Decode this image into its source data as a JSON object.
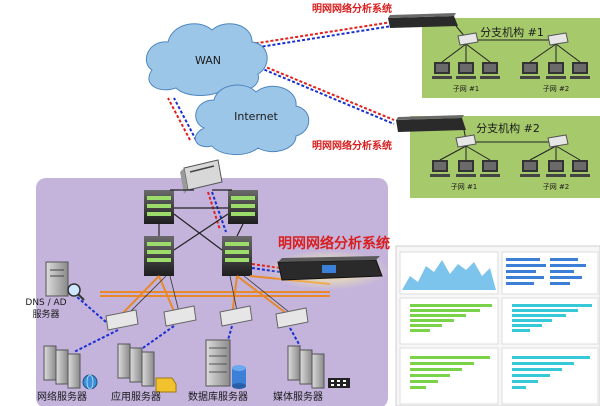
{
  "labels": {
    "wan": "WAN",
    "internet": "Internet",
    "analyzer_top": "明网网络分析系统",
    "analyzer_mid": "明网网络分析系统",
    "analyzer_main": "明网网络分析系统",
    "branch1": "分支机构 #1",
    "branch2": "分支机构 #2",
    "subnet1_b1": "子网 #1",
    "subnet2_b1": "子网 #2",
    "subnet1_b2": "子网 #1",
    "subnet2_b2": "子网 #2",
    "dns_ad": "DNS / AD",
    "dns_servers": "服务器",
    "web_servers": "网络服务器",
    "app_servers": "应用服务器",
    "db_servers": "数据库服务器",
    "media_servers": "媒体服务器"
  },
  "colors": {
    "datacenter_bg": "#c4b4dc",
    "branch_bg": "#a6c96c",
    "cloud": "#9cc6e8",
    "link_red": "#e0201c",
    "link_blue": "#1a2fd0",
    "link_orange": "#e8882a",
    "analyzer_text": "#d81e1e"
  },
  "icons": [
    "cloud-icon",
    "router-icon",
    "switch-icon",
    "server-rack-icon",
    "workstation-icon",
    "analyzer-appliance-icon",
    "magnifier-icon",
    "globe-icon",
    "folder-icon",
    "database-icon",
    "film-icon"
  ]
}
